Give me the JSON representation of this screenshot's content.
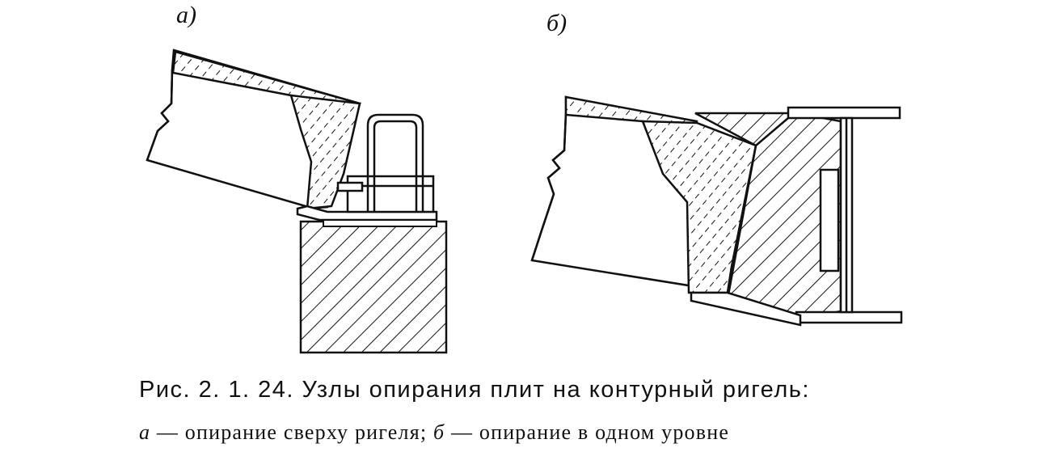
{
  "figure": {
    "label_a": "а)",
    "label_b": "б)"
  },
  "caption": {
    "line1": "Рис. 2. 1. 24. Узлы опирания плит на контурный ригель:",
    "line2_a": "а",
    "line2_a_text": " — опирание сверху ригеля; ",
    "line2_b": "б",
    "line2_b_text": " — опирание в одном уровне"
  }
}
